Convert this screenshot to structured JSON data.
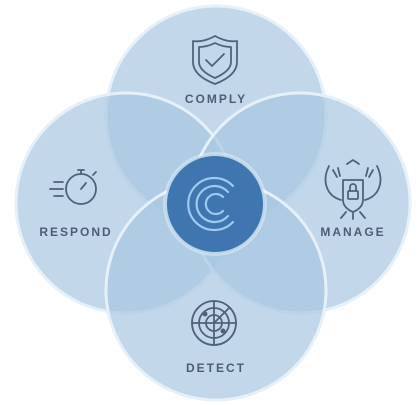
{
  "segments": {
    "top": {
      "label": "COMPLY",
      "icon": "shield-check-icon"
    },
    "right": {
      "label": "MANAGE",
      "icon": "eagle-lock-icon"
    },
    "bottom": {
      "label": "DETECT",
      "icon": "radar-icon"
    },
    "left": {
      "label": "RESPOND",
      "icon": "stopwatch-icon"
    }
  },
  "center": {
    "icon": "c-logo-icon"
  },
  "colors": {
    "circle_fill": "#b9d2e6",
    "circle_stroke": "#e3eef7",
    "center_fill": "#3f76b0",
    "center_ring": "#9ec2e6",
    "label": "#4d5d73"
  }
}
